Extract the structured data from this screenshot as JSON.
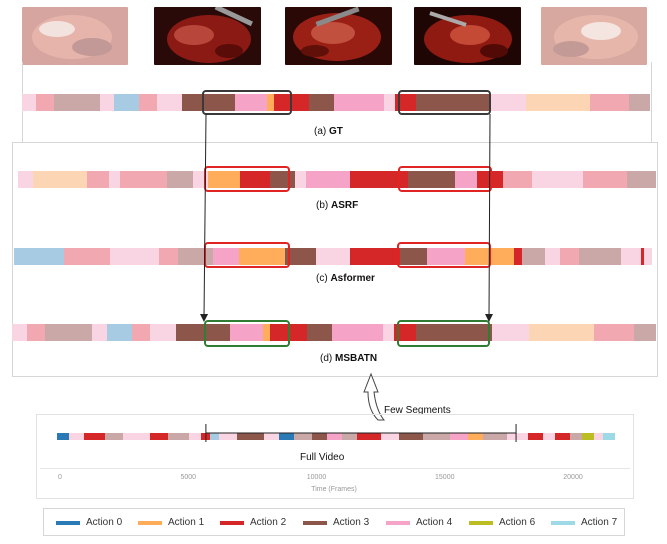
{
  "palette": {
    "Action 0": "#2a7ab5",
    "Action 1": "#ffad5a",
    "Action 2": "#d62728",
    "Action 3": "#8c564b",
    "Action 4": "#f5a3c7",
    "Action 6": "#bcbd22",
    "Action 7": "#9edae5"
  },
  "frames_icon": "surgical-video-frame",
  "rows": [
    {
      "id": "gt",
      "caption_prefix": "(a)",
      "caption_name": "GT",
      "highlight_color": "#3a3a3a",
      "segments": [
        [
          "#f9d5e3",
          4
        ],
        [
          "#f2a8b0",
          5
        ],
        [
          "#caa8a8",
          13
        ],
        [
          "#f9d5e3",
          4
        ],
        [
          "#a6cbe3",
          7
        ],
        [
          "#f2a8b0",
          5
        ],
        [
          "#f9d5e3",
          3
        ],
        [
          "#f9d5e3",
          4
        ],
        [
          "#8c564b",
          15
        ],
        [
          "#f5a3c7",
          9
        ],
        [
          "#ffad5a",
          2
        ],
        [
          "#d62728",
          10
        ],
        [
          "#8c564b",
          7
        ],
        [
          "#f5a3c7",
          14
        ],
        [
          "#f9d5e3",
          3
        ],
        [
          "#d62728",
          6
        ],
        [
          "#8c564b",
          21
        ],
        [
          "#f9d5e3",
          10
        ],
        [
          "#fcd6b4",
          18
        ],
        [
          "#f2a8b0",
          11
        ],
        [
          "#caa8a8",
          6
        ]
      ]
    },
    {
      "id": "asrf",
      "caption_prefix": "(b)",
      "caption_name": "ASRF",
      "highlight_color": "#e02424",
      "segments": [
        [
          "#f9d5e3",
          4
        ],
        [
          "#fcd6b4",
          15
        ],
        [
          "#f2a8b0",
          6
        ],
        [
          "#f9d5e3",
          3
        ],
        [
          "#f2a8b0",
          13
        ],
        [
          "#caa8a8",
          7
        ],
        [
          "#f9d5e3",
          4
        ],
        [
          "#ffad5a",
          9
        ],
        [
          "#d62728",
          8
        ],
        [
          "#8c564b",
          7
        ],
        [
          "#f9d5e3",
          3
        ],
        [
          "#f5a3c7",
          12
        ],
        [
          "#d62728",
          16
        ],
        [
          "#8c564b",
          13
        ],
        [
          "#f5a3c7",
          6
        ],
        [
          "#d62728",
          7
        ],
        [
          "#f2a8b0",
          8
        ],
        [
          "#f9d5e3",
          14
        ],
        [
          "#f2a8b0",
          12
        ],
        [
          "#caa8a8",
          8
        ]
      ]
    },
    {
      "id": "asformer",
      "caption_prefix": "(c)",
      "caption_name": "Asformer",
      "highlight_color": "#e02424",
      "segments": [
        [
          "#a6cbe3",
          13
        ],
        [
          "#f2a8b0",
          12
        ],
        [
          "#f9d5e3",
          13
        ],
        [
          "#f2a8b0",
          5
        ],
        [
          "#caa8a8",
          9
        ],
        [
          "#f5a3c7",
          7
        ],
        [
          "#ffad5a",
          12
        ],
        [
          "#8c564b",
          8
        ],
        [
          "#f9d5e3",
          9
        ],
        [
          "#d62728",
          13
        ],
        [
          "#8c564b",
          7
        ],
        [
          "#f5a3c7",
          10
        ],
        [
          "#ffad5a",
          13
        ],
        [
          "#d62728",
          2
        ],
        [
          "#caa8a8",
          6
        ],
        [
          "#f9d5e3",
          4
        ],
        [
          "#f2a8b0",
          5
        ],
        [
          "#caa8a8",
          11
        ],
        [
          "#f9d5e3",
          5
        ],
        [
          "#d62728",
          1
        ],
        [
          "#f9d5e3",
          2
        ]
      ]
    },
    {
      "id": "msbatn",
      "caption_prefix": "(d)",
      "caption_name": "MSBATN",
      "highlight_color": "#2f7d32",
      "segments": [
        [
          "#f9d5e3",
          4
        ],
        [
          "#f2a8b0",
          5
        ],
        [
          "#caa8a8",
          13
        ],
        [
          "#f9d5e3",
          4
        ],
        [
          "#a6cbe3",
          7
        ],
        [
          "#f2a8b0",
          5
        ],
        [
          "#f9d5e3",
          3
        ],
        [
          "#f9d5e3",
          4
        ],
        [
          "#8c564b",
          15
        ],
        [
          "#f5a3c7",
          9
        ],
        [
          "#ffad5a",
          2
        ],
        [
          "#d62728",
          10
        ],
        [
          "#8c564b",
          7
        ],
        [
          "#f5a3c7",
          14
        ],
        [
          "#f9d5e3",
          3
        ],
        [
          "#d62728",
          6
        ],
        [
          "#8c564b",
          21
        ],
        [
          "#f9d5e3",
          10
        ],
        [
          "#fcd6b4",
          18
        ],
        [
          "#f2a8b0",
          11
        ],
        [
          "#caa8a8",
          6
        ]
      ]
    }
  ],
  "full_video": {
    "label": "Full Video",
    "annotation": "Few Segments",
    "x_ticks": [
      "0",
      "5000",
      "10000",
      "15000",
      "20000"
    ],
    "x_tick_values": [
      0,
      5000,
      10000,
      15000,
      20000
    ],
    "x_max": 22000,
    "x_label": "Time (Frames)",
    "window_start": 6000,
    "window_end": 17000,
    "segments": [
      [
        "#2a7ab5",
        400
      ],
      [
        "#f9d5e3",
        500
      ],
      [
        "#d62728",
        700
      ],
      [
        "#caa8a8",
        600
      ],
      [
        "#f9d5e3",
        900
      ],
      [
        "#d62728",
        600
      ],
      [
        "#caa8a8",
        700
      ],
      [
        "#f9d5e3",
        400
      ],
      [
        "#d62728",
        300
      ],
      [
        "#a6cbe3",
        300
      ],
      [
        "#f9d5e3",
        600
      ],
      [
        "#8c564b",
        900
      ],
      [
        "#f9d5e3",
        500
      ],
      [
        "#2a7ab5",
        500
      ],
      [
        "#caa8a8",
        600
      ],
      [
        "#8c564b",
        500
      ],
      [
        "#f5a3c7",
        500
      ],
      [
        "#caa8a8",
        500
      ],
      [
        "#d62728",
        800
      ],
      [
        "#f9d5e3",
        600
      ],
      [
        "#8c564b",
        800
      ],
      [
        "#caa8a8",
        900
      ],
      [
        "#f5a3c7",
        600
      ],
      [
        "#ffad5a",
        500
      ],
      [
        "#caa8a8",
        800
      ],
      [
        "#f9d5e3",
        700
      ],
      [
        "#d62728",
        500
      ],
      [
        "#f9d5e3",
        400
      ],
      [
        "#d62728",
        500
      ],
      [
        "#caa8a8",
        400
      ],
      [
        "#bcbd22",
        400
      ],
      [
        "#f9d5e3",
        300
      ],
      [
        "#9edae5",
        400
      ]
    ]
  },
  "legend": [
    {
      "label": "Action 0",
      "color": "#2a7ab5"
    },
    {
      "label": "Action 1",
      "color": "#ffad5a"
    },
    {
      "label": "Action 2",
      "color": "#d62728"
    },
    {
      "label": "Action 3",
      "color": "#8c564b"
    },
    {
      "label": "Action 4",
      "color": "#f5a3c7"
    },
    {
      "label": "Action 6",
      "color": "#bcbd22"
    },
    {
      "label": "Action 7",
      "color": "#9edae5"
    }
  ]
}
